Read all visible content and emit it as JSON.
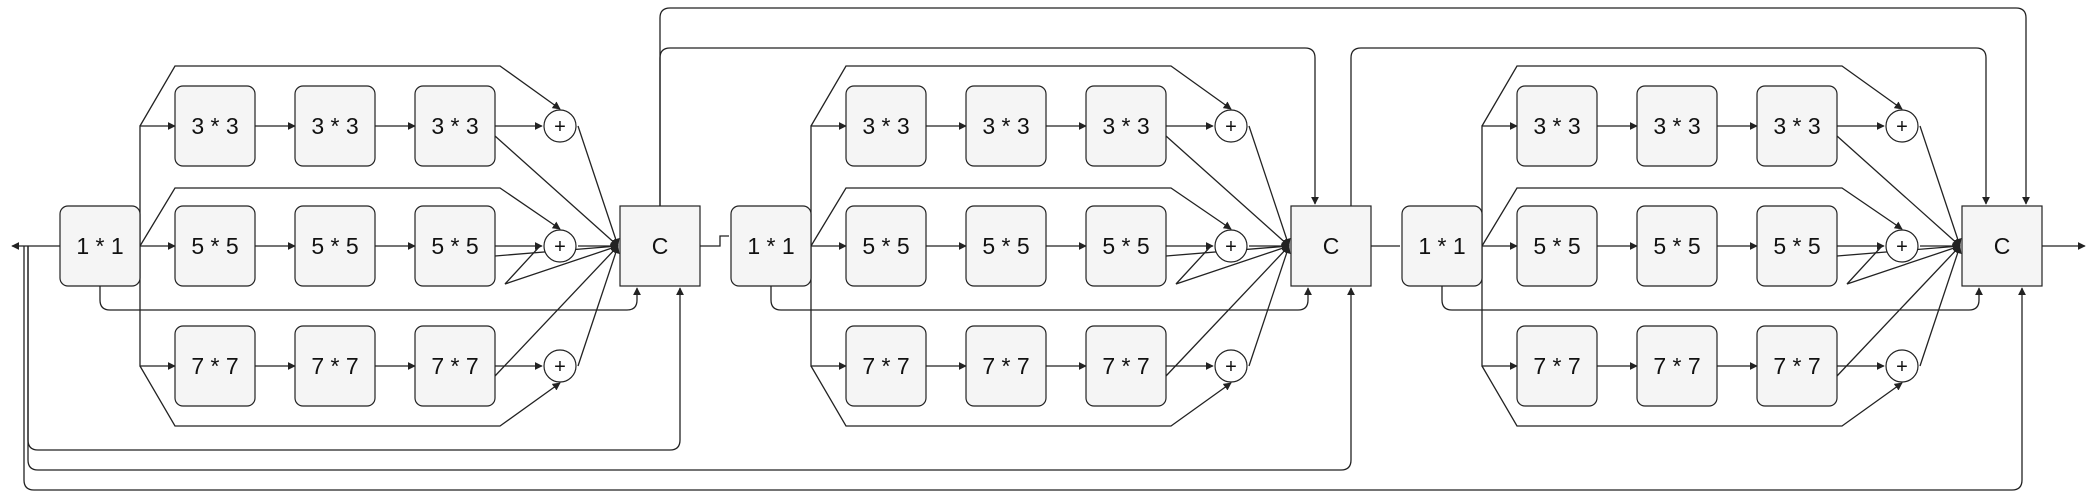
{
  "labels": {
    "conv1": "1 * 1",
    "conv3": "3 * 3",
    "conv5": "5 * 5",
    "conv7": "7 * 7",
    "sum": "+",
    "concat": "C"
  },
  "colors": {
    "box_fill": "#f5f5f5",
    "stroke": "#222222"
  }
}
